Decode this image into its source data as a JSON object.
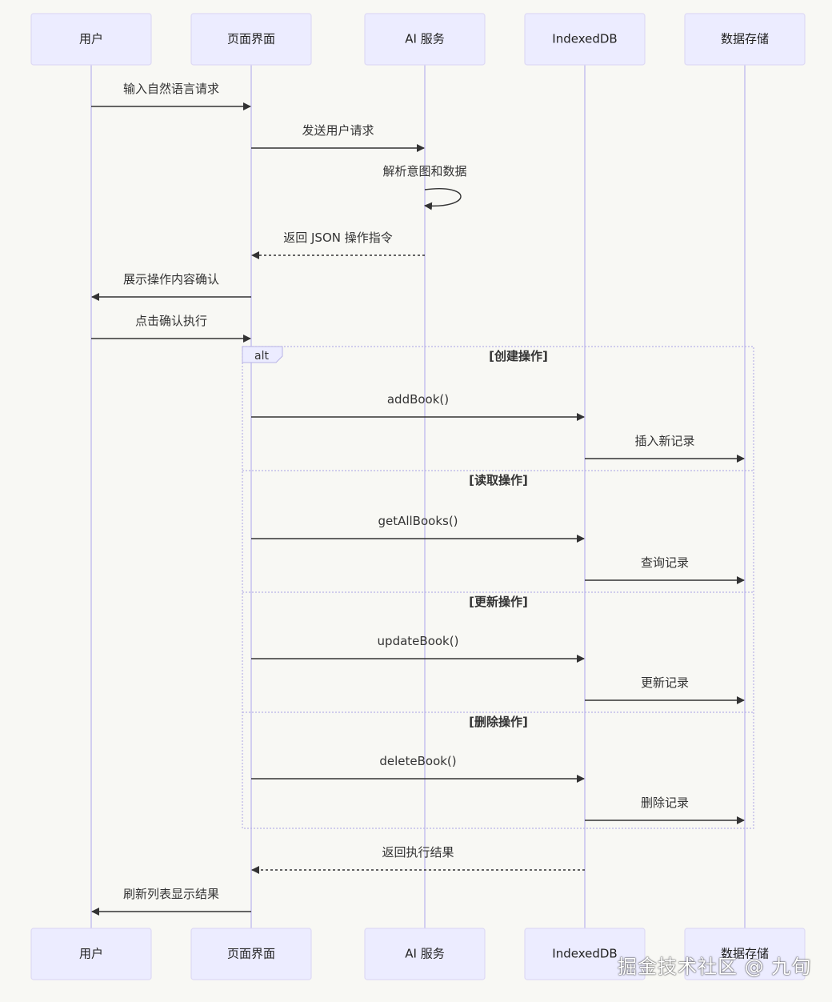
{
  "actors": [
    {
      "id": "user",
      "label": "用户"
    },
    {
      "id": "ui",
      "label": "页面界面"
    },
    {
      "id": "ai",
      "label": "AI 服务"
    },
    {
      "id": "idb",
      "label": "IndexedDB"
    },
    {
      "id": "store",
      "label": "数据存储"
    }
  ],
  "messages": [
    {
      "from": "user",
      "to": "ui",
      "label": "输入自然语言请求",
      "style": "solid"
    },
    {
      "from": "ui",
      "to": "ai",
      "label": "发送用户请求",
      "style": "solid"
    },
    {
      "from": "ai",
      "to": "ai",
      "label": "解析意图和数据",
      "style": "self"
    },
    {
      "from": "ai",
      "to": "ui",
      "label": "返回 JSON 操作指令",
      "style": "dashed"
    },
    {
      "from": "ui",
      "to": "user",
      "label": "展示操作内容确认",
      "style": "solid"
    },
    {
      "from": "user",
      "to": "ui",
      "label": "点击确认执行",
      "style": "solid"
    },
    {
      "from": "ui",
      "to": "idb",
      "label": "addBook()",
      "style": "solid"
    },
    {
      "from": "idb",
      "to": "store",
      "label": "插入新记录",
      "style": "solid"
    },
    {
      "from": "ui",
      "to": "idb",
      "label": "getAllBooks()",
      "style": "solid"
    },
    {
      "from": "idb",
      "to": "store",
      "label": "查询记录",
      "style": "solid"
    },
    {
      "from": "ui",
      "to": "idb",
      "label": "updateBook()",
      "style": "solid"
    },
    {
      "from": "idb",
      "to": "store",
      "label": "更新记录",
      "style": "solid"
    },
    {
      "from": "ui",
      "to": "idb",
      "label": "deleteBook()",
      "style": "solid"
    },
    {
      "from": "idb",
      "to": "store",
      "label": "删除记录",
      "style": "solid"
    },
    {
      "from": "idb",
      "to": "ui",
      "label": "返回执行结果",
      "style": "dashed"
    },
    {
      "from": "ui",
      "to": "user",
      "label": "刷新列表显示结果",
      "style": "solid"
    }
  ],
  "alt": {
    "label": "alt",
    "sections": [
      {
        "condition": "[创建操作]"
      },
      {
        "condition": "[读取操作]"
      },
      {
        "condition": "[更新操作]"
      },
      {
        "condition": "[删除操作]"
      }
    ]
  },
  "watermark": "掘金技术社区 @ 九旬",
  "colors": {
    "actor_fill": "#ececff",
    "lifeline": "#c9c3ee",
    "line": "#333333",
    "background": "#f8f8f4"
  }
}
